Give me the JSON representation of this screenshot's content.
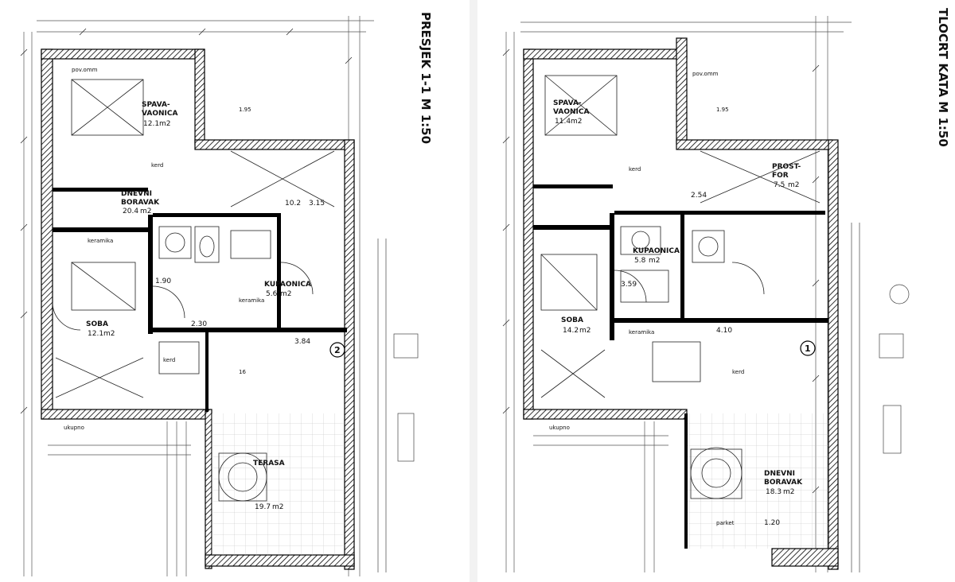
{
  "drawing": {
    "left": {
      "rooms": [
        {
          "name": "SPAVA-",
          "name2": "VAONICA",
          "area": "12.1",
          "unit": "m2"
        },
        {
          "name": "DNEVNI",
          "name2": "BORAVAK",
          "area": "20.4",
          "unit": "m2"
        },
        {
          "name": "KUPAONICA",
          "name2": "",
          "area": "5.6",
          "unit": "m2"
        },
        {
          "name": "TERASA",
          "name2": "",
          "area": "19.7",
          "unit": "m2"
        },
        {
          "name": "SOBA",
          "name2": "",
          "area": "12.1",
          "unit": "m2"
        }
      ],
      "dimensions": [
        "3.15",
        "10.2",
        "3.84",
        "1.90",
        "2.30"
      ],
      "vertical_text": "PRESJEK 1-1   M 1:50",
      "marker": "2"
    },
    "right": {
      "rooms": [
        {
          "name": "SPAVA-",
          "name2": "VAONICA",
          "area": "11.4",
          "unit": "m2"
        },
        {
          "name": "PROST-",
          "name2": "FOR",
          "area": "7.5",
          "unit": "m2"
        },
        {
          "name": "KUPAONICA",
          "name2": "",
          "area": "5.8",
          "unit": "m2"
        },
        {
          "name": "SOBA",
          "name2": "",
          "area": "14.2",
          "unit": "m2"
        },
        {
          "name": "DNEVNI",
          "name2": "BORAVAK",
          "area": "18.3",
          "unit": "m2"
        }
      ],
      "dimensions": [
        "2.54",
        "4.10",
        "3.59",
        "1.20"
      ],
      "vertical_text": "TLOCRT KATA   M 1:50",
      "marker": "1"
    }
  }
}
